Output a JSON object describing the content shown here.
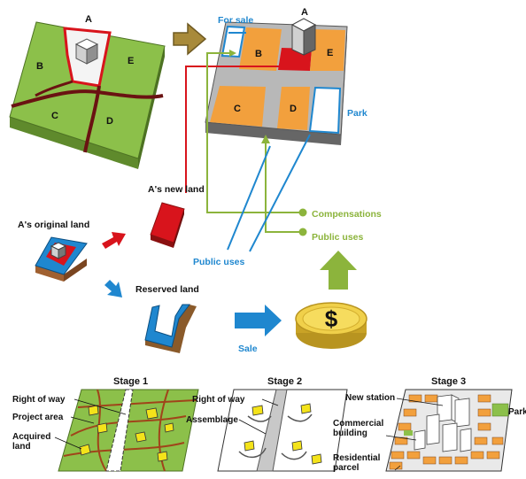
{
  "top": {
    "before_parcels": {
      "a": "A",
      "b": "B",
      "c": "C",
      "d": "D",
      "e": "E"
    },
    "after_parcels": {
      "a": "A",
      "b": "B",
      "c": "C",
      "d": "D",
      "e": "E"
    },
    "for_sale": "For sale",
    "park": "Park"
  },
  "middle": {
    "original_land": "A's original land",
    "new_land": "A's new land",
    "reserved_land": "Reserved land",
    "sale": "Sale",
    "public_uses_blue": "Public uses",
    "compensations": "Compensations",
    "public_uses_green": "Public uses",
    "coin_symbol": "$"
  },
  "stages": {
    "stage1": {
      "title": "Stage 1",
      "right_of_way": "Right of way",
      "project_area": "Project area",
      "acquired_land": "Acquired land"
    },
    "stage2": {
      "title": "Stage 2",
      "right_of_way": "Right of way",
      "assemblage": "Assemblage"
    },
    "stage3": {
      "title": "Stage 3",
      "new_station": "New station",
      "commercial_building": "Commercial building",
      "residential_parcel": "Residential parcel",
      "park": "Park"
    }
  },
  "colors": {
    "green_land": "#8cc04a",
    "orange_land": "#f2a03d",
    "road_gray": "#b8b8b8",
    "red": "#d8141c",
    "blue": "#1f87cf",
    "olive": "#8cb43c",
    "yellow": "#f4e31a"
  }
}
